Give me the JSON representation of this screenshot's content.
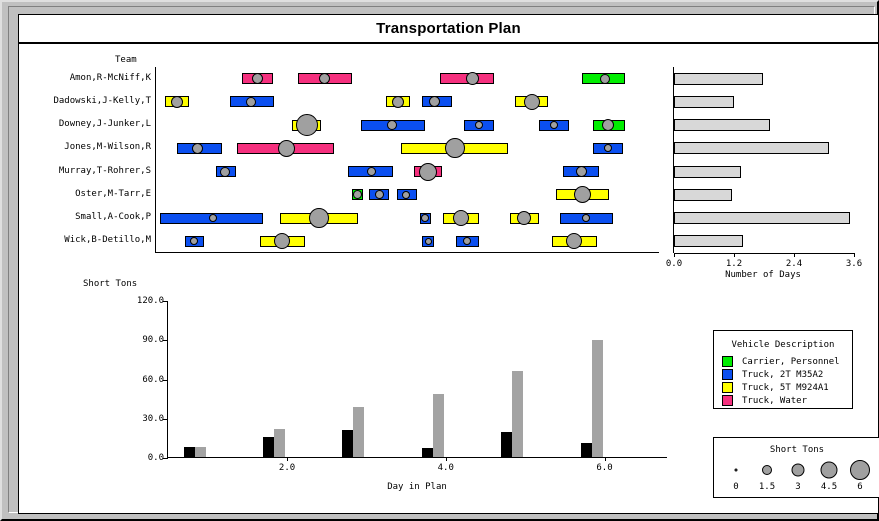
{
  "window": {
    "title": "Transportation Plan"
  },
  "gantt": {
    "axis_title": "Team",
    "teams": [
      "Amon,R-McNiff,K",
      "Dadowski,J-Kelly,T",
      "Downey,J-Junker,L",
      "Jones,M-Wilson,R",
      "Murray,T-Rohrer,S",
      "Oster,M-Tarr,E",
      "Small,A-Cook,P",
      "Wick,B-Detillo,M"
    ],
    "tasks": [
      [
        {
          "x": 86,
          "w": 31,
          "color": "#f5307e",
          "dot": 11,
          "dotx": 101
        },
        {
          "x": 142,
          "w": 54,
          "color": "#f5307e",
          "dot": 11,
          "dotx": 168
        },
        {
          "x": 284,
          "w": 54,
          "color": "#f5307e",
          "dot": 13,
          "dotx": 316
        },
        {
          "x": 426,
          "w": 43,
          "color": "#00ee00",
          "dot": 10,
          "dotx": 449
        }
      ],
      [
        {
          "x": 9,
          "w": 24,
          "color": "#ffff00",
          "dot": 12,
          "dotx": 21
        },
        {
          "x": 74,
          "w": 44,
          "color": "#0b4ff0",
          "dot": 10,
          "dotx": 95
        },
        {
          "x": 230,
          "w": 24,
          "color": "#ffff00",
          "dot": 12,
          "dotx": 242
        },
        {
          "x": 266,
          "w": 30,
          "color": "#0b4ff0",
          "dot": 11,
          "dotx": 278
        },
        {
          "x": 359,
          "w": 33,
          "color": "#ffff00",
          "dot": 16,
          "dotx": 376
        }
      ],
      [
        {
          "x": 136,
          "w": 29,
          "color": "#ffff00",
          "dot": 22,
          "dotx": 151
        },
        {
          "x": 205,
          "w": 64,
          "color": "#0b4ff0",
          "dot": 10,
          "dotx": 236
        },
        {
          "x": 308,
          "w": 30,
          "color": "#0b4ff0",
          "dot": 8,
          "dotx": 323
        },
        {
          "x": 383,
          "w": 30,
          "color": "#0b4ff0",
          "dot": 8,
          "dotx": 398
        },
        {
          "x": 437,
          "w": 32,
          "color": "#00ee00",
          "dot": 12,
          "dotx": 452
        }
      ],
      [
        {
          "x": 21,
          "w": 45,
          "color": "#0b4ff0",
          "dot": 11,
          "dotx": 41
        },
        {
          "x": 81,
          "w": 97,
          "color": "#f5307e",
          "dot": 17,
          "dotx": 130
        },
        {
          "x": 245,
          "w": 107,
          "color": "#ffff00",
          "dot": 20,
          "dotx": 299
        },
        {
          "x": 437,
          "w": 30,
          "color": "#0b4ff0",
          "dot": 8,
          "dotx": 452
        }
      ],
      [
        {
          "x": 60,
          "w": 20,
          "color": "#0b4ff0",
          "dot": 10,
          "dotx": 69
        },
        {
          "x": 192,
          "w": 45,
          "color": "#0b4ff0",
          "dot": 9,
          "dotx": 215
        },
        {
          "x": 258,
          "w": 28,
          "color": "#f5307e",
          "dot": 18,
          "dotx": 272
        },
        {
          "x": 407,
          "w": 36,
          "color": "#0b4ff0",
          "dot": 11,
          "dotx": 425
        }
      ],
      [
        {
          "x": 196,
          "w": 11,
          "color": "#00ee00",
          "dot": 9,
          "dotx": 201
        },
        {
          "x": 213,
          "w": 20,
          "color": "#0b4ff0",
          "dot": 9,
          "dotx": 223
        },
        {
          "x": 241,
          "w": 20,
          "color": "#0b4ff0",
          "dot": 8,
          "dotx": 250
        },
        {
          "x": 400,
          "w": 53,
          "color": "#ffff00",
          "dot": 17,
          "dotx": 426
        }
      ],
      [
        {
          "x": 4,
          "w": 103,
          "color": "#0b4ff0",
          "dot": 8,
          "dotx": 57
        },
        {
          "x": 124,
          "w": 78,
          "color": "#ffff00",
          "dot": 20,
          "dotx": 163
        },
        {
          "x": 264,
          "w": 11,
          "color": "#0b4ff0",
          "dot": 8,
          "dotx": 269
        },
        {
          "x": 287,
          "w": 36,
          "color": "#ffff00",
          "dot": 16,
          "dotx": 305
        },
        {
          "x": 354,
          "w": 29,
          "color": "#ffff00",
          "dot": 14,
          "dotx": 368
        },
        {
          "x": 404,
          "w": 53,
          "color": "#0b4ff0",
          "dot": 8,
          "dotx": 430
        }
      ],
      [
        {
          "x": 29,
          "w": 19,
          "color": "#0b4ff0",
          "dot": 8,
          "dotx": 38
        },
        {
          "x": 104,
          "w": 45,
          "color": "#ffff00",
          "dot": 16,
          "dotx": 126
        },
        {
          "x": 266,
          "w": 12,
          "color": "#0b4ff0",
          "dot": 7,
          "dotx": 272
        },
        {
          "x": 300,
          "w": 23,
          "color": "#0b4ff0",
          "dot": 8,
          "dotx": 311
        },
        {
          "x": 396,
          "w": 45,
          "color": "#ffff00",
          "dot": 16,
          "dotx": 418
        }
      ]
    ]
  },
  "chart_data": [
    {
      "type": "bar",
      "orientation": "horizontal",
      "title": "",
      "xlabel": "Number of Days",
      "ylabel": "",
      "categories": [
        "Amon,R-McNiff,K",
        "Dadowski,J-Kelly,T",
        "Downey,J-Junker,L",
        "Jones,M-Wilson,R",
        "Murray,T-Rohrer,S",
        "Oster,M-Tarr,E",
        "Small,A-Cook,P",
        "Wick,B-Detillo,M"
      ],
      "values": [
        1.78,
        1.2,
        1.92,
        3.1,
        1.33,
        1.15,
        3.52,
        1.38
      ],
      "xlim": [
        0.0,
        3.6
      ],
      "xticks": [
        "0.0",
        "1.2",
        "2.4",
        "3.6"
      ],
      "xtick_values": [
        0.0,
        1.2,
        2.4,
        3.6
      ],
      "bar_color": "#d8d8d8",
      "grid": false
    },
    {
      "type": "bar",
      "orientation": "vertical",
      "title": "",
      "xlabel": "Day in Plan",
      "ylabel": "Short Tons",
      "categories": [
        "1.0",
        "2.0",
        "3.0",
        "4.0",
        "5.0",
        "6.0"
      ],
      "x": [
        1.0,
        2.0,
        3.0,
        4.0,
        5.0,
        6.0
      ],
      "series": [
        {
          "name": "black",
          "color": "#000000",
          "values": [
            7.5,
            15.0,
            20.5,
            6.8,
            19.0,
            10.5
          ]
        },
        {
          "name": "gray",
          "color": "#a3a3a3",
          "values": [
            7.5,
            21.5,
            38.5,
            48.0,
            65.5,
            89.5
          ]
        }
      ],
      "ylim": [
        0.0,
        120.0
      ],
      "yticks": [
        "0.0",
        "30.0",
        "60.0",
        "90.0",
        "120.0"
      ],
      "ytick_values": [
        0,
        30,
        60,
        90,
        120
      ],
      "xticks": [
        "2.0",
        "4.0",
        "6.0"
      ],
      "xtick_values": [
        2.0,
        4.0,
        6.0
      ],
      "xlim": [
        0.5,
        6.8
      ],
      "grid": false
    }
  ],
  "days_chart": {
    "axis_label": "Number of Days"
  },
  "tons_chart": {
    "y_axis_label": "Short Tons",
    "x_axis_label": "Day in Plan"
  },
  "legend_vehicle": {
    "title": "Vehicle Description",
    "items": [
      {
        "label": "Carrier, Personnel",
        "color": "#00ee00"
      },
      {
        "label": "Truck, 2T M35A2",
        "color": "#0b4ff0"
      },
      {
        "label": "Truck, 5T M924A1",
        "color": "#ffff00"
      },
      {
        "label": "Truck, Water",
        "color": "#f5307e"
      }
    ]
  },
  "legend_tons": {
    "title": "Short Tons",
    "items": [
      {
        "label": "0",
        "size": 3
      },
      {
        "label": "1.5",
        "size": 10
      },
      {
        "label": "3",
        "size": 13
      },
      {
        "label": "4.5",
        "size": 17
      },
      {
        "label": "6",
        "size": 20
      }
    ]
  }
}
